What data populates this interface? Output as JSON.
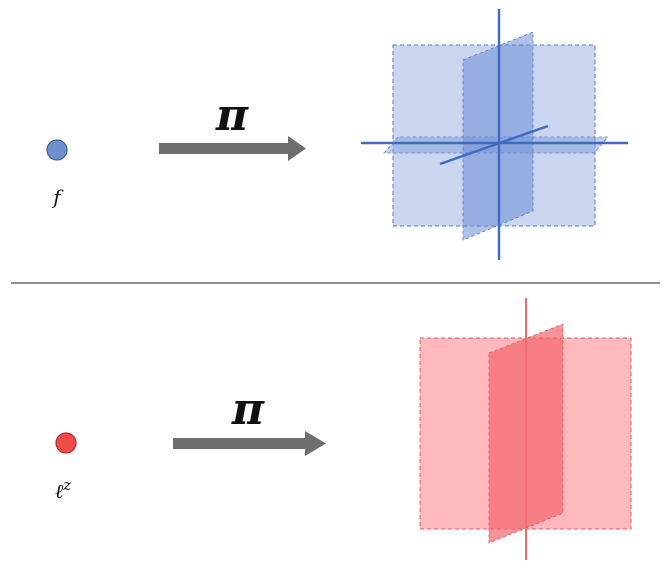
{
  "colors": {
    "background": "#ffffff",
    "divider": "#4a4a4a",
    "arrow": "#6e6e6e",
    "blue_point": "#6f8fcf",
    "blue_point_stroke": "#3f5fa0",
    "blue_plane_fill": "#9fb4e2",
    "blue_plane_stroke": "#5577bb",
    "blue_axis": "#3d6ac2",
    "red_point": "#f04a4a",
    "red_point_stroke": "#c02a2a",
    "red_plane_fill": "#ff9aa0",
    "red_plane_stroke": "#e25a60",
    "red_axis": "#ee6b72"
  },
  "top_panel": {
    "input_label": "f",
    "operator_label": "π",
    "input_kind": "point",
    "output_kind": "three-plane-subspace"
  },
  "bottom_panel": {
    "input_label_base": "ℓ",
    "input_label_sup": "z",
    "operator_label": "π",
    "input_kind": "point",
    "output_kind": "two-plane-subspace"
  }
}
